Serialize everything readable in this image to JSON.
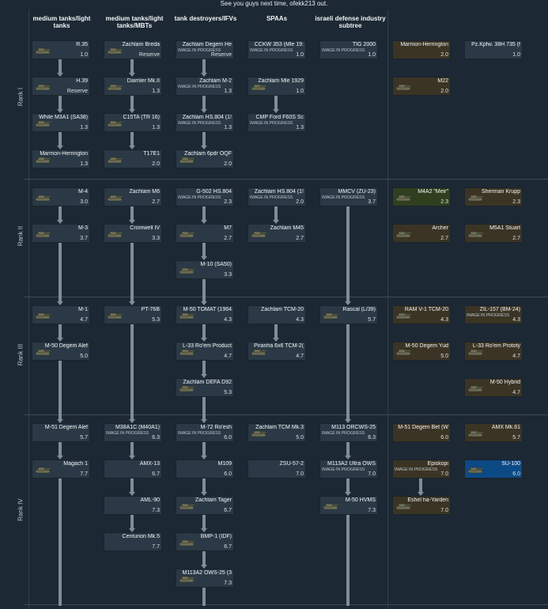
{
  "top_note": "See you guys next time, ofekk213 out.",
  "columns": [
    "medium tanks/light tanks",
    "medium tanks/light tanks/MBTs",
    "tank destroyers/IFVs",
    "SPAAs",
    "israeli defense industry subtree"
  ],
  "ranks": [
    "Rank I",
    "Rank II",
    "Rank III",
    "Rank IV"
  ],
  "wip_label": "IMAGE IN PROGRESS",
  "cards": [
    {
      "name": "R.35",
      "br": "1.0"
    },
    {
      "name": "H.39",
      "br": "Reserve"
    },
    {
      "name": "White M3A1 (SA38)",
      "br": "1.3"
    },
    {
      "name": "Marmon-Herrington",
      "br": "1.3"
    },
    {
      "name": "Zachlam Breda",
      "br": "Reserve"
    },
    {
      "name": "Daimler Mk.II",
      "br": "1.3"
    },
    {
      "name": "C15TA (TR 16)",
      "br": "1.3"
    },
    {
      "name": "T17E1",
      "br": "2.0"
    },
    {
      "name": "Zachlam Degem He",
      "br": "Reserve"
    },
    {
      "name": "Zachlam M-2",
      "br": "1.3"
    },
    {
      "name": "Zachlam HS.804 (1!",
      "br": "1.3"
    },
    {
      "name": "Zachlam 6pdr OQF",
      "br": "2.0"
    },
    {
      "name": "CCKW 353 (Mle 19:",
      "br": "1.0"
    },
    {
      "name": "Zachlam Mle 1929",
      "br": "1.0"
    },
    {
      "name": "CMP Ford F60S Sc",
      "br": "1.3"
    },
    {
      "name": "TIG 2000",
      "br": "1.0"
    },
    {
      "name": "Marmon-Herrington",
      "br": "2.0"
    },
    {
      "name": "M22",
      "br": "2.0"
    },
    {
      "name": "Pz.Kpfw. 38H 735 (f",
      "br": "1.0"
    },
    {
      "name": "M-4",
      "br": "3.0"
    },
    {
      "name": "M-3",
      "br": "3.7"
    },
    {
      "name": "Zachlam M6",
      "br": "2.7"
    },
    {
      "name": "Cromwell IV",
      "br": "3.3"
    },
    {
      "name": "G-502 HS.804",
      "br": "2.3"
    },
    {
      "name": "M7",
      "br": "2.7"
    },
    {
      "name": "M-10 (SA50)",
      "br": "3.3"
    },
    {
      "name": "Zachlam HS.804 (1!",
      "br": "2.0"
    },
    {
      "name": "Zachlam M45",
      "br": "2.7"
    },
    {
      "name": "MMCV (ZU-23)",
      "br": "3.7"
    },
    {
      "name": "M4A2 \"Meir\"",
      "br": "2.3"
    },
    {
      "name": "Archer",
      "br": "2.7"
    },
    {
      "name": "Sherman Krupp",
      "br": "2.3"
    },
    {
      "name": "M5A1 Stuart",
      "br": "2.7"
    },
    {
      "name": "M-1",
      "br": "4.7"
    },
    {
      "name": "M-50 Degem Alef",
      "br": "5.0"
    },
    {
      "name": "PT-76B",
      "br": "5.3"
    },
    {
      "name": "M-50 TOMAT (1964",
      "br": "4.3"
    },
    {
      "name": "L-33 Ro'em Product",
      "br": "4.7"
    },
    {
      "name": "Zachlam DEFA D92",
      "br": "5.3"
    },
    {
      "name": "Zachlam TCM-20",
      "br": "4.3"
    },
    {
      "name": "Piranha 6x6 TCM-2(",
      "br": "4.7"
    },
    {
      "name": "Rascal (L/39)",
      "br": "5.7"
    },
    {
      "name": "RAM V-1 TCM-20",
      "br": "4.3"
    },
    {
      "name": "M-50 Degem Yud",
      "br": "5.0"
    },
    {
      "name": "ZIL-157 (BM-24)",
      "br": "4.3"
    },
    {
      "name": "L-33 Ro'em Prototy",
      "br": "4.7"
    },
    {
      "name": "M-50 Hybrid",
      "br": "4.7"
    },
    {
      "name": "M-51 Degem Alef",
      "br": "5.7"
    },
    {
      "name": "Magach 1",
      "br": "7.7"
    },
    {
      "name": "M38A1C (M40A1)",
      "br": "6.3"
    },
    {
      "name": "AMX-13",
      "br": "6.7"
    },
    {
      "name": "AML-90",
      "br": "7.3"
    },
    {
      "name": "Centurion Mk.5",
      "br": "7.7"
    },
    {
      "name": "M-72 Ro'esh",
      "br": "6.0"
    },
    {
      "name": "M109",
      "br": "6.0"
    },
    {
      "name": "Zachlam Tager",
      "br": "6.7"
    },
    {
      "name": "BMP-1 (IDF)",
      "br": "6.7"
    },
    {
      "name": "M113A2 OWS-25 (3",
      "br": "7.3"
    },
    {
      "name": "Zachlam TCM Mk.3",
      "br": "5.0"
    },
    {
      "name": "ZSU-57-2",
      "br": "7.0"
    },
    {
      "name": "M113 ORCWS-25",
      "br": "6.3"
    },
    {
      "name": "M113A2 Ultra OWS",
      "br": "7.0"
    },
    {
      "name": "M-50 HVMS",
      "br": "7.3"
    },
    {
      "name": "M-51 Degem Bet (W",
      "br": "6.0"
    },
    {
      "name": "Episkopi",
      "br": "7.0"
    },
    {
      "name": "Eshel ha-Yarden",
      "br": "7.0"
    },
    {
      "name": "AMX Mk.61",
      "br": "5.7"
    },
    {
      "name": "SU-100",
      "br": "6.0"
    }
  ]
}
